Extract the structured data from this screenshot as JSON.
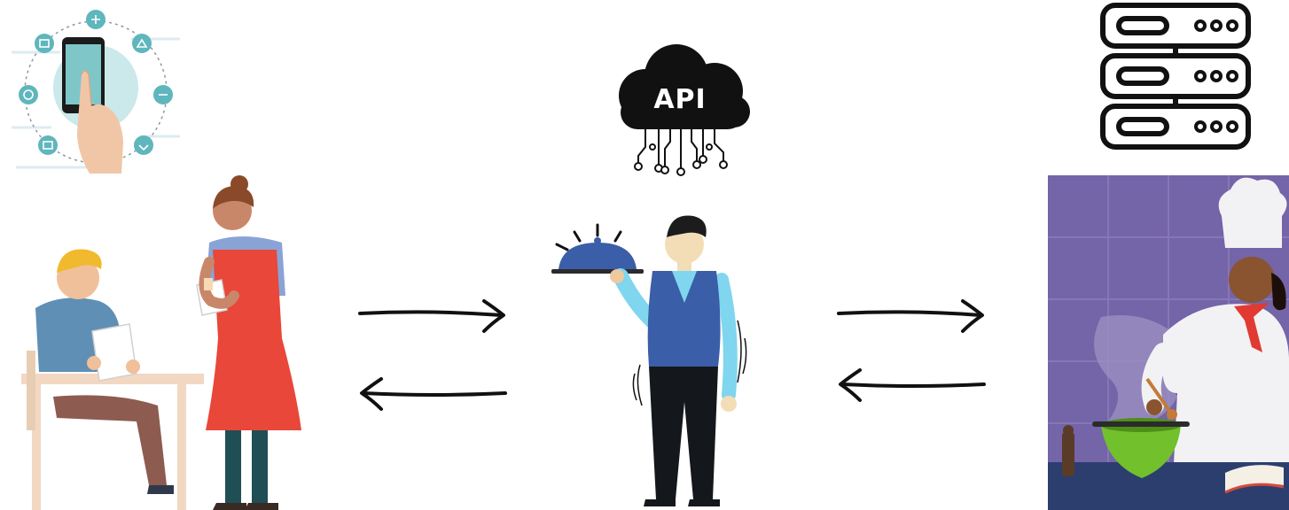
{
  "diagram": {
    "api_cloud": {
      "label": "API"
    },
    "flow": [
      {
        "from": "client",
        "to": "api",
        "direction": "forward"
      },
      {
        "from": "api",
        "to": "client",
        "direction": "backward"
      },
      {
        "from": "api",
        "to": "server",
        "direction": "forward"
      },
      {
        "from": "server",
        "to": "api",
        "direction": "backward"
      }
    ],
    "icons": [
      "smartphone-touch-icon",
      "api-cloud-icon",
      "server-icon"
    ],
    "colors": {
      "teal": "#5fb6bd",
      "waiter_vest": "#3b5ea8",
      "waitress_apron": "#e8473a",
      "kitchen_wall": "#7464a8",
      "pot_green": "#72c02c",
      "ink": "#111111"
    }
  }
}
